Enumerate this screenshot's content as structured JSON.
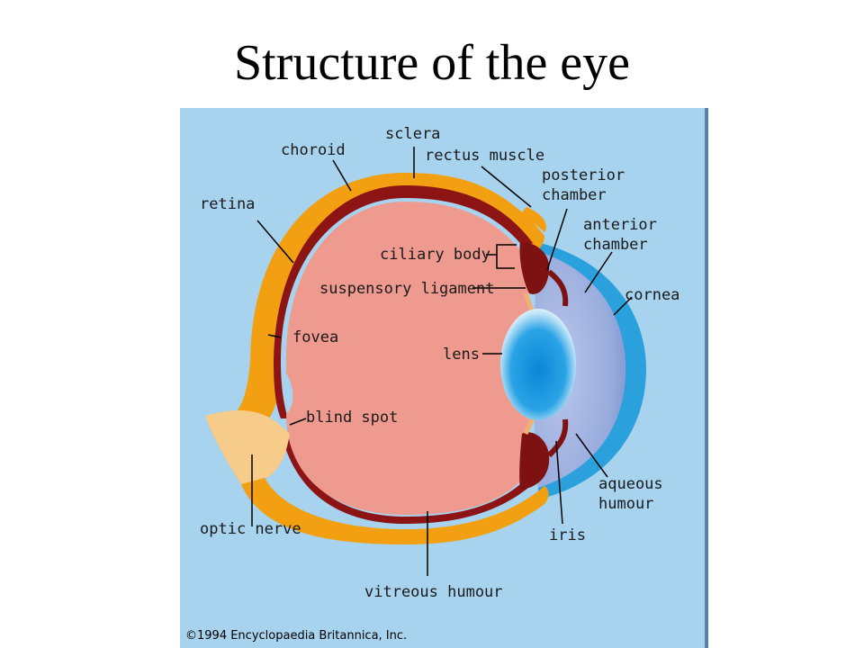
{
  "title": "Structure of the eye",
  "diagram": {
    "colors": {
      "background": "#a7d3ef",
      "panel_edge": "#5a7fa8",
      "sclera": "#f29f11",
      "choroid": "#8c1414",
      "retina": "#f5c07a",
      "vitreous": "#ee9a8f",
      "optic_nerve": "#f7cb8a",
      "ciliary": "#7e1212",
      "lens": "#1f9be0",
      "aqueous": "#9aaedf",
      "cornea": "#2aa0dc"
    },
    "labels": {
      "sclera": "sclera",
      "choroid": "choroid",
      "rectus_muscle": "rectus muscle",
      "posterior_chamber_1": "posterior",
      "posterior_chamber_2": "chamber",
      "retina": "retina",
      "anterior_chamber_1": "anterior",
      "anterior_chamber_2": "chamber",
      "ciliary_body": "ciliary body",
      "suspensory_ligament": "suspensory ligament",
      "cornea": "cornea",
      "fovea": "fovea",
      "lens": "lens",
      "blind_spot": "blind spot",
      "aqueous_humour_1": "aqueous",
      "aqueous_humour_2": "humour",
      "optic_nerve": "optic nerve",
      "iris": "iris",
      "vitreous_humour": "vitreous humour"
    },
    "copyright": "©1994 Encyclopaedia Britannica, Inc."
  }
}
